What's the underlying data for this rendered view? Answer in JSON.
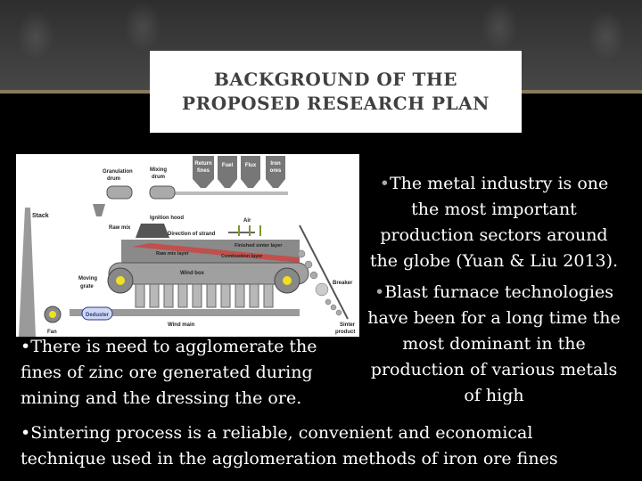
{
  "slide": {
    "title": "BACKGROUND OF THE\nPROPOSED RESEARCH PLAN",
    "right_bullets": [
      "The metal industry is one the most important production sectors around the globe (Yuan & Liu 2013).",
      "Blast furnace technologies have been for a long time the most dominant in the production of various metals of high"
    ],
    "left_bullet": "There is need to agglomerate the fines of zinc ore generated during mining and the dressing the ore.",
    "bottom_bullet": "Sintering process is a reliable, convenient and economical technique  used in the agglomeration methods of iron ore fines",
    "bullet_char": "•"
  },
  "diagram": {
    "labels": {
      "granulation_drum": "Granulation drum",
      "mixing_drum": "Mixing drum",
      "return_fines": "Return fines",
      "fuel": "Fuel",
      "flux": "Flux",
      "iron_ores": "Iron ores",
      "stack": "Stack",
      "raw_mix": "Raw mix",
      "ignition_hood": "Ignition hood",
      "air": "Air",
      "direction_of_strand": "Direction of strand",
      "finished_sinter_layer": "Finished sinter layer",
      "raw_mix_layer": "Raw mix layer",
      "combustion_layer": "Combustion layer",
      "moving_grate": "Moving grate",
      "wind_box": "Wind box",
      "breaker": "Breaker",
      "deduster": "Deduster",
      "wind_main": "Wind main",
      "fan": "Fan",
      "sinter_product": "Sinter product"
    }
  }
}
